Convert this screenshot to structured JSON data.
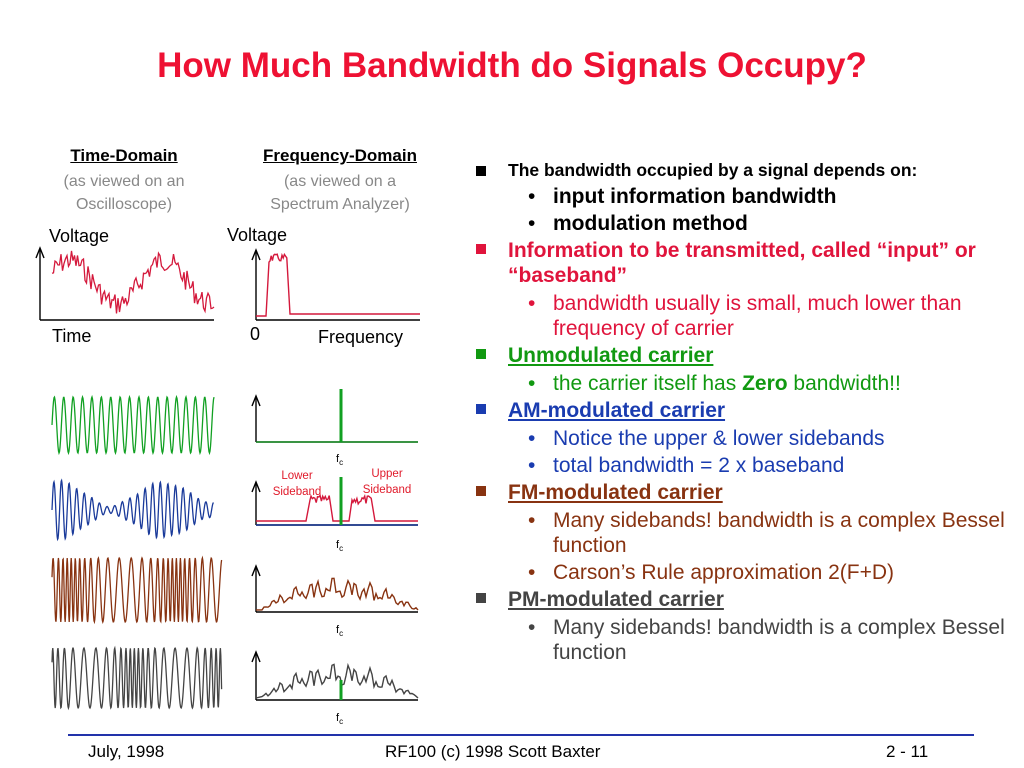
{
  "title": "How Much Bandwidth do Signals Occupy?",
  "left": {
    "time_heading": "Time-Domain",
    "time_sub1": "(as viewed on an",
    "time_sub2": "Oscilloscope)",
    "freq_heading": "Frequency-Domain",
    "freq_sub1": "(as viewed on a",
    "freq_sub2": "Spectrum Analyzer)",
    "time_y_label": "Voltage",
    "time_x_label": "Time",
    "freq_y_label": "Voltage",
    "freq_zero": "0",
    "freq_x_label": "Frequency",
    "fc_label": "f",
    "fc_sub": "c",
    "lower_sideband_1": "Lower",
    "lower_sideband_2": "Sideband",
    "upper_sideband_1": "Upper",
    "upper_sideband_2": "Sideband"
  },
  "bullets": [
    {
      "text": "The bandwidth occupied by a signal depends on:",
      "color": "#000000",
      "marker": "#000000",
      "size": "s",
      "underline": false,
      "subs": [
        {
          "parts": [
            {
              "text": "input information bandwidth",
              "bold": true
            }
          ],
          "color": "#000000"
        },
        {
          "parts": [
            {
              "text": "modulation method",
              "bold": true
            }
          ],
          "color": "#000000"
        }
      ]
    },
    {
      "text": "Information to be transmitted, called “input” or “baseband”",
      "color": "#e0143c",
      "marker": "#e0143c",
      "size": "m",
      "underline": false,
      "subs": [
        {
          "parts": [
            {
              "text": "bandwidth usually is small, much lower than frequency of carrier",
              "bold": false
            }
          ],
          "color": "#e0143c"
        }
      ]
    },
    {
      "text": "Unmodulated carrier",
      "color": "#119911",
      "marker": "#119911",
      "size": "m",
      "underline": true,
      "subs": [
        {
          "parts": [
            {
              "text": "the carrier itself has ",
              "bold": false
            },
            {
              "text": "Zero",
              "bold": true
            },
            {
              "text": " bandwidth!!",
              "bold": false
            }
          ],
          "color": "#119911"
        }
      ]
    },
    {
      "text": "AM-modulated carrier",
      "color": "#1a3cb0",
      "marker": "#1a3cb0",
      "size": "m",
      "underline": true,
      "subs": [
        {
          "parts": [
            {
              "text": "Notice the upper & lower sidebands",
              "bold": false
            }
          ],
          "color": "#1a3cb0"
        },
        {
          "parts": [
            {
              "text": "total bandwidth = 2 x baseband",
              "bold": false
            }
          ],
          "color": "#1a3cb0"
        }
      ]
    },
    {
      "text": "FM-modulated carrier",
      "color": "#883311",
      "marker": "#883311",
      "size": "m",
      "underline": true,
      "subs": [
        {
          "parts": [
            {
              "text": "Many sidebands! bandwidth is a complex Bessel function",
              "bold": false
            }
          ],
          "color": "#883311"
        },
        {
          "parts": [
            {
              "text": "Carson’s Rule approximation 2(F+D)",
              "bold": false
            }
          ],
          "color": "#883311"
        }
      ]
    },
    {
      "text": "PM-modulated carrier",
      "color": "#444444",
      "marker": "#444444",
      "size": "m",
      "underline": true,
      "subs": [
        {
          "parts": [
            {
              "text": "Many sidebands! bandwidth is a complex Bessel function",
              "bold": false
            }
          ],
          "color": "#444444"
        }
      ]
    }
  ],
  "footer": {
    "left": "July, 1998",
    "center": "RF100 (c) 1998 Scott Baxter",
    "right": "2 - 11"
  },
  "colors": {
    "title": "#ee1133",
    "baseband": "#e0143c",
    "carrier": "#119911",
    "am": "#1a3cb0",
    "fm": "#883311",
    "pm": "#444444",
    "footer_rule": "#2233aa"
  }
}
